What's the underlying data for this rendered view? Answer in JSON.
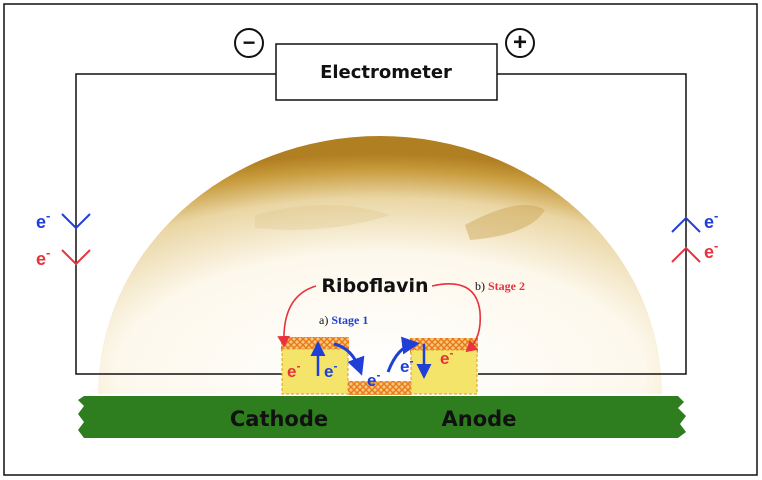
{
  "meter": {
    "label": "Electrometer",
    "minus_symbol": "−",
    "plus_symbol": "+"
  },
  "electron": {
    "base": "e",
    "sup": "-"
  },
  "molecule": {
    "label": "Riboflavin"
  },
  "stages": {
    "stage1": {
      "prefix": "a)",
      "label": "Stage 1"
    },
    "stage2": {
      "prefix": "b)",
      "label": "Stage 2"
    }
  },
  "electrodes": {
    "cathode": "Cathode",
    "anode": "Anode"
  },
  "colors": {
    "electrode_green": "#2e7d1f",
    "dome_gold": "#c8a14a",
    "electron_blue": "#1f3fd6",
    "electron_red": "#e8323c",
    "block_yellow": "#f4e56a",
    "mesh_orange": "#f08a1a"
  }
}
